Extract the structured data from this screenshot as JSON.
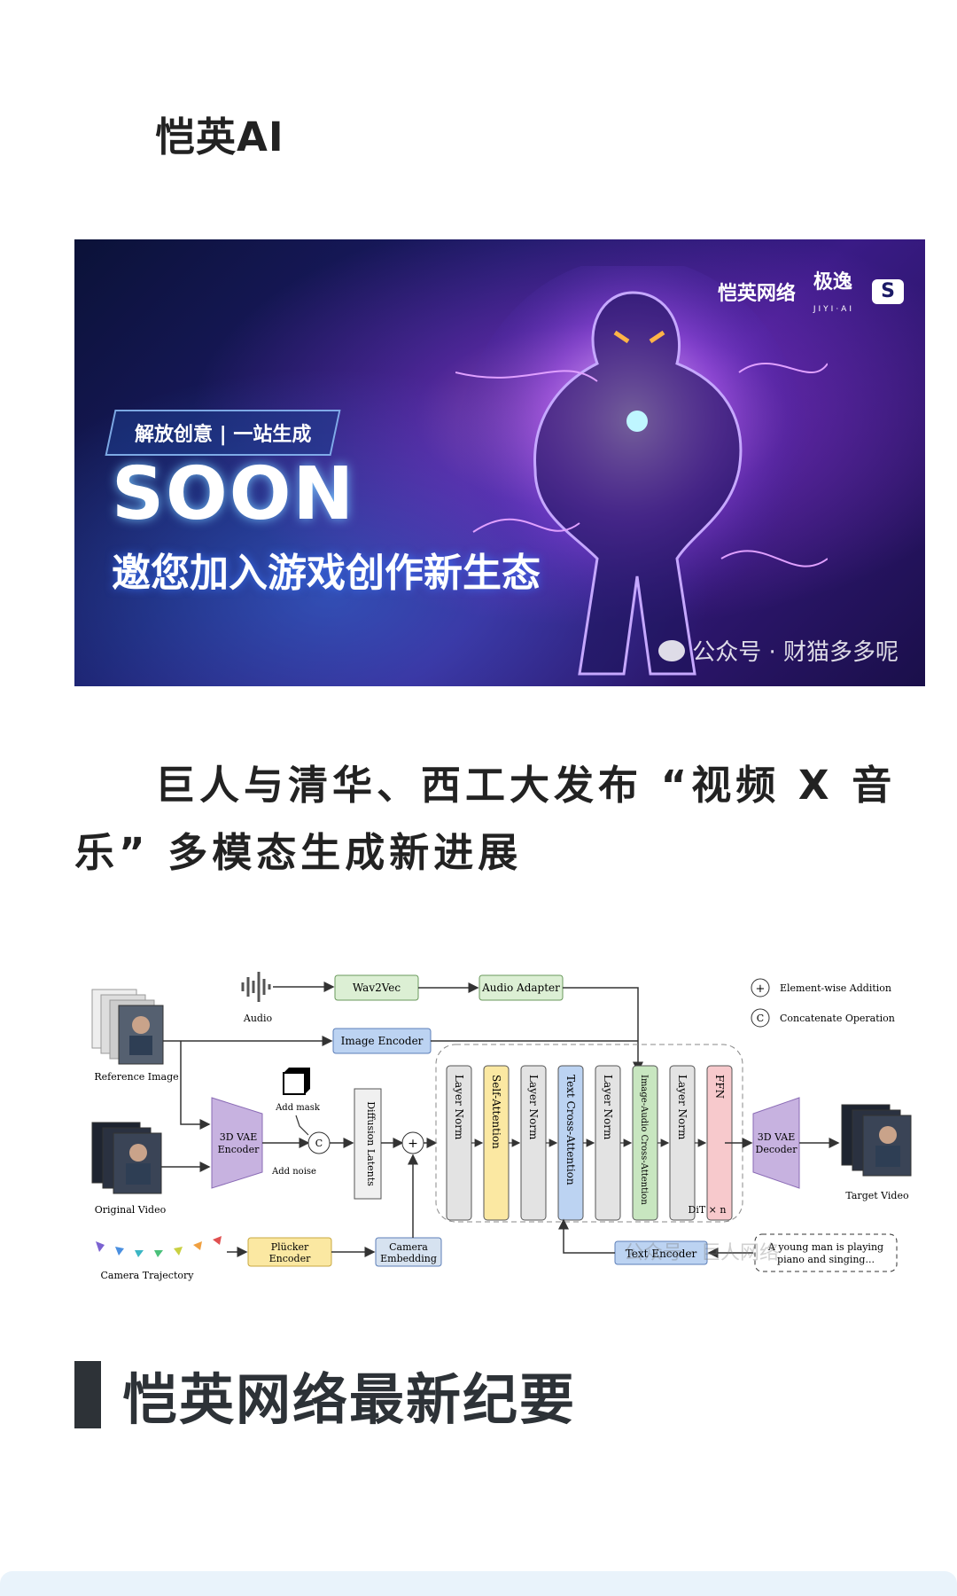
{
  "section_label": "恺英AI",
  "banner": {
    "logo1": "恺英网络",
    "logo2": "极逸",
    "logo2_sub": "JIYI·AI",
    "pill": "解放创意 | 一站生成",
    "headline": "SOON",
    "slogan": "邀您加入游戏创作新生态",
    "watermark": "公众号 · 财猫多多呢"
  },
  "article_title": "巨人与清华、西工大发布 “视频 X 音乐” 多模态生成新进展",
  "diagram": {
    "audio": "Audio",
    "wav2vec": "Wav2Vec",
    "audio_adapter": "Audio Adapter",
    "image_encoder": "Image Encoder",
    "reference_image": "Reference Image",
    "vae_encoder": [
      "3D VAE",
      "Encoder"
    ],
    "add_mask": "Add mask",
    "add_noise": "Add noise",
    "concat_symbol": "C",
    "add_symbol": "+",
    "diffusion_latents": "Diffusion Latents",
    "original_video": "Original Video",
    "camera_trajectory": "Camera Trajectory",
    "plucker_encoder": [
      "Plücker",
      "Encoder"
    ],
    "camera_embedding": [
      "Camera",
      "Embedding"
    ],
    "blocks": [
      "Layer Norm",
      "Self-Attention",
      "Layer Norm",
      "Text Cross-Attention",
      "Layer Norm",
      "Image-Audio Cross-Attention",
      "Layer Norm",
      "FFN"
    ],
    "block_colors": [
      "#e3e3e3",
      "#fbe8a2",
      "#e3e3e3",
      "#bcd3f2",
      "#e3e3e3",
      "#c8e6c0",
      "#e3e3e3",
      "#f7c9cc"
    ],
    "dit_label": "DiT × n",
    "vae_decoder": [
      "3D VAE",
      "Decoder"
    ],
    "target_video": "Target Video",
    "text_encoder": "Text Encoder",
    "prompt": [
      "A young man is playing",
      "piano and singing..."
    ],
    "legend_add": "Element-wise Addition",
    "legend_concat": "Concatenate Operation",
    "watermark": "公众号 · 巨人网络"
  },
  "heading": "恺英网络最新纪要"
}
